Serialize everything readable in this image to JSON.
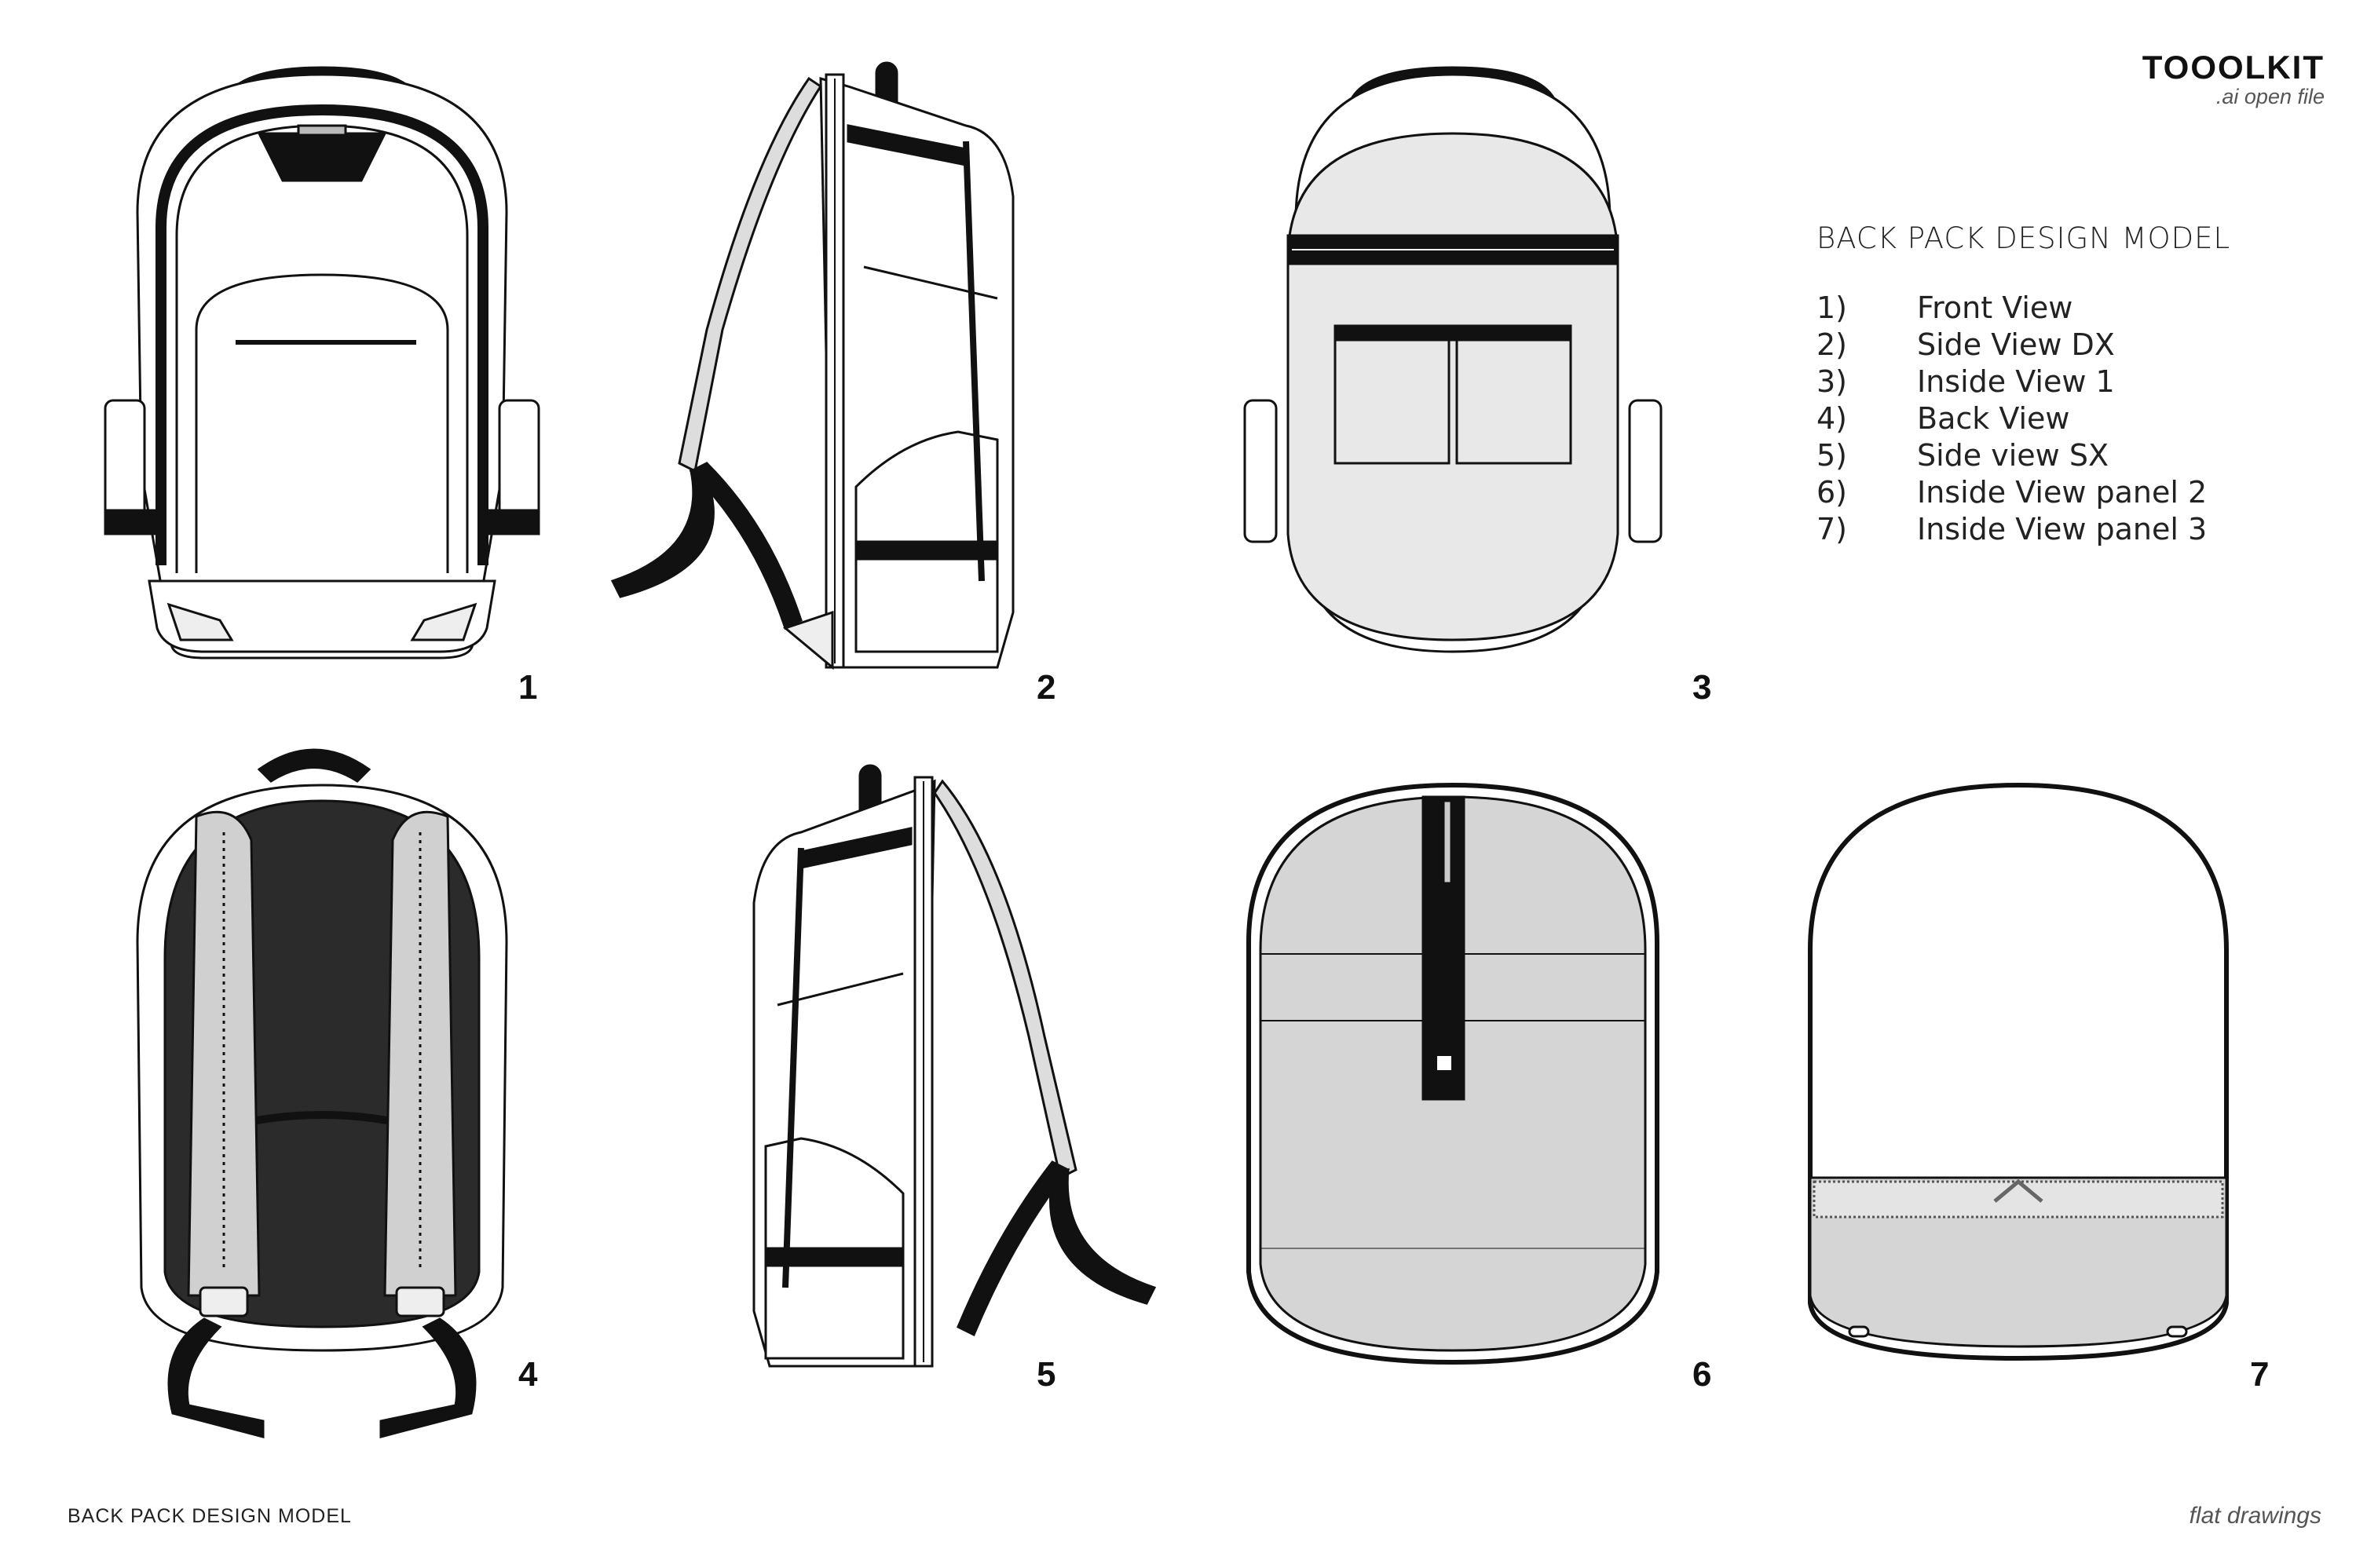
{
  "brand": {
    "name": "TOOOLKIT",
    "sub": ".ai open file"
  },
  "legend": {
    "title": "BACK PACK DESIGN MODEL",
    "items": [
      {
        "num": "1)",
        "label": "Front View"
      },
      {
        "num": "2)",
        "label": "Side View DX"
      },
      {
        "num": "3)",
        "label": "Inside View 1"
      },
      {
        "num": "4)",
        "label": "Back View"
      },
      {
        "num": "5)",
        "label": "Side view SX"
      },
      {
        "num": "6)",
        "label": "Inside View panel 2"
      },
      {
        "num": "7)",
        "label": "Inside View panel 3"
      }
    ]
  },
  "views": [
    {
      "number": "1",
      "name": "front-view"
    },
    {
      "number": "2",
      "name": "side-view-dx"
    },
    {
      "number": "3",
      "name": "inside-view-1"
    },
    {
      "number": "4",
      "name": "back-view"
    },
    {
      "number": "5",
      "name": "side-view-sx"
    },
    {
      "number": "6",
      "name": "inside-view-panel-2"
    },
    {
      "number": "7",
      "name": "inside-view-panel-3"
    }
  ],
  "footer": {
    "left": "BACK PACK DESIGN MODEL",
    "right": "flat drawings"
  }
}
